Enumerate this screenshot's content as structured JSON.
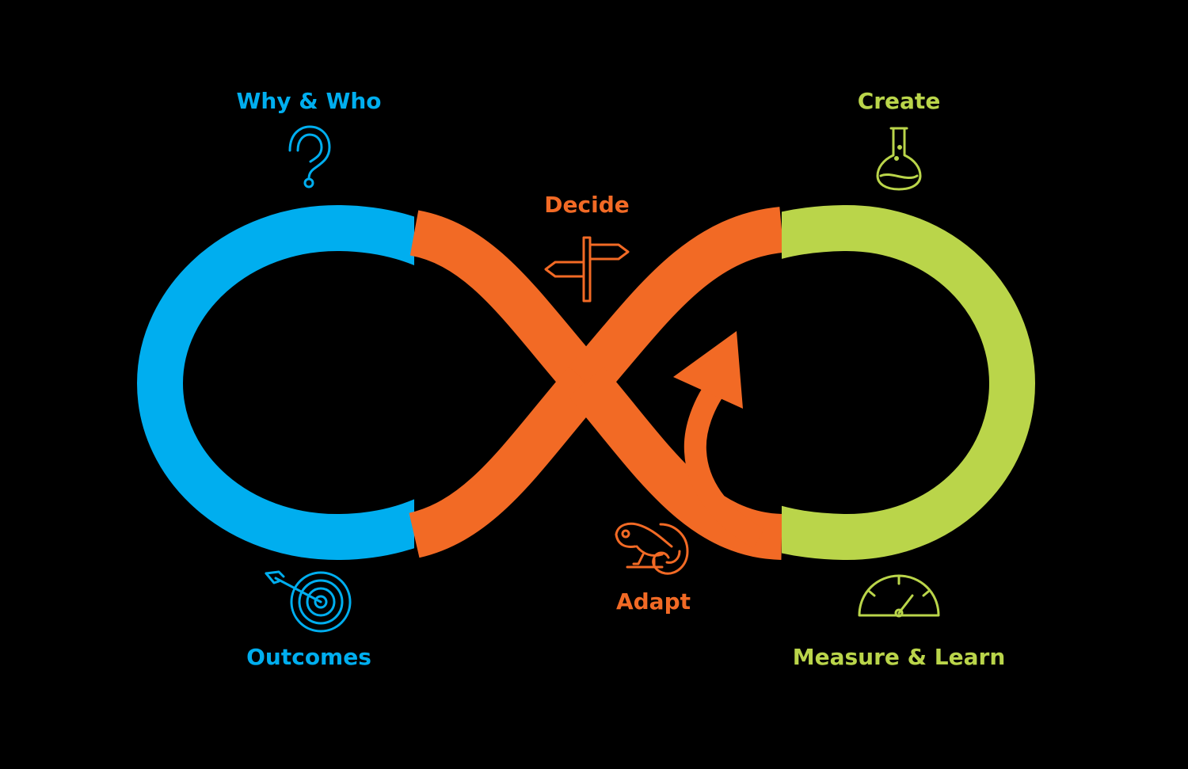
{
  "colors": {
    "background": "#000000",
    "blue": "#00AEEF",
    "orange": "#F26A25",
    "green": "#BAD54A"
  },
  "stages": {
    "why_who": {
      "label": "Why & Who",
      "icon": "question-icon"
    },
    "decide": {
      "label": "Decide",
      "icon": "signpost-icon"
    },
    "create": {
      "label": "Create",
      "icon": "flask-icon"
    },
    "outcomes": {
      "label": "Outcomes",
      "icon": "target-icon"
    },
    "adapt": {
      "label": "Adapt",
      "icon": "chameleon-icon"
    },
    "measure_learn": {
      "label": "Measure & Learn",
      "icon": "gauge-icon"
    }
  }
}
